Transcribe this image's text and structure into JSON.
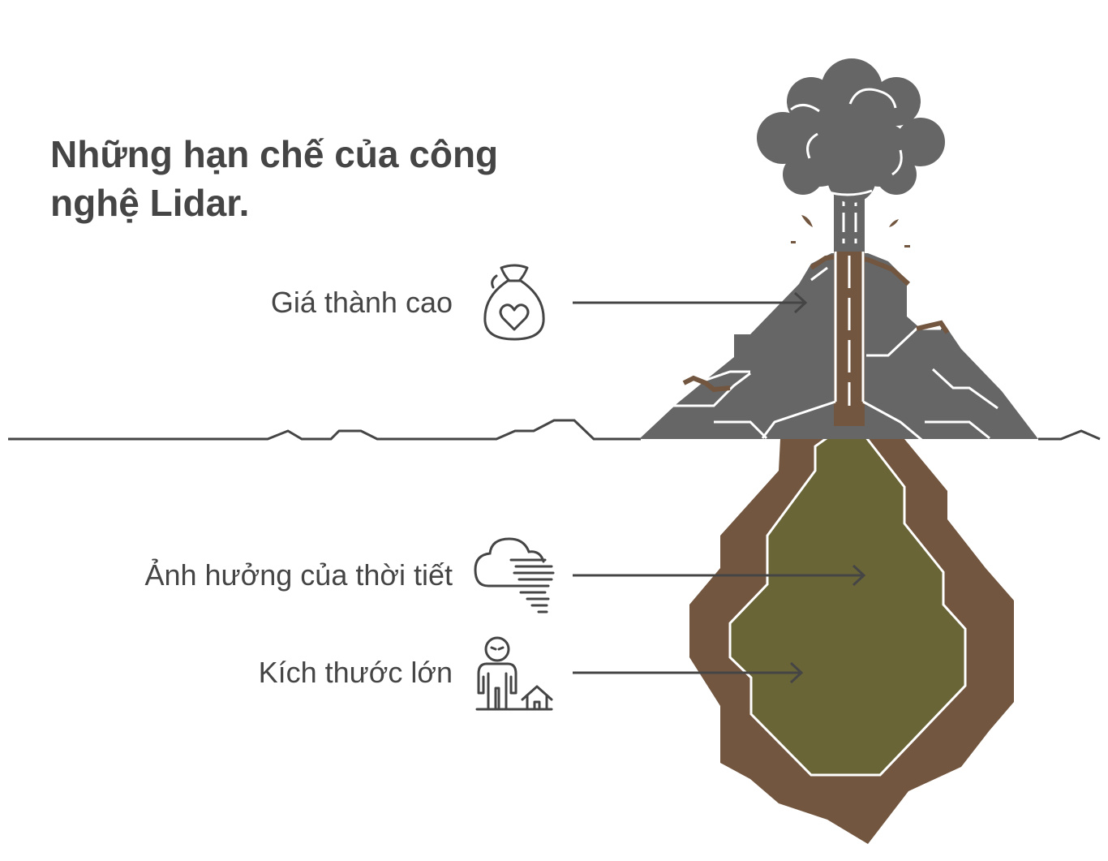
{
  "title": "Những hạn chế của công nghệ Lidar.",
  "items": [
    {
      "label": "Giá thành cao",
      "icon": "money-bag-heart-icon"
    },
    {
      "label": "Ảnh hưởng của thời tiết",
      "icon": "cloud-wind-icon"
    },
    {
      "label": "Kích thước lớn",
      "icon": "giant-house-icon"
    }
  ],
  "colors": {
    "text": "#454545",
    "rock": "#666666",
    "earth": "#72563f",
    "magma": "#6a6537",
    "line": "#454545"
  }
}
